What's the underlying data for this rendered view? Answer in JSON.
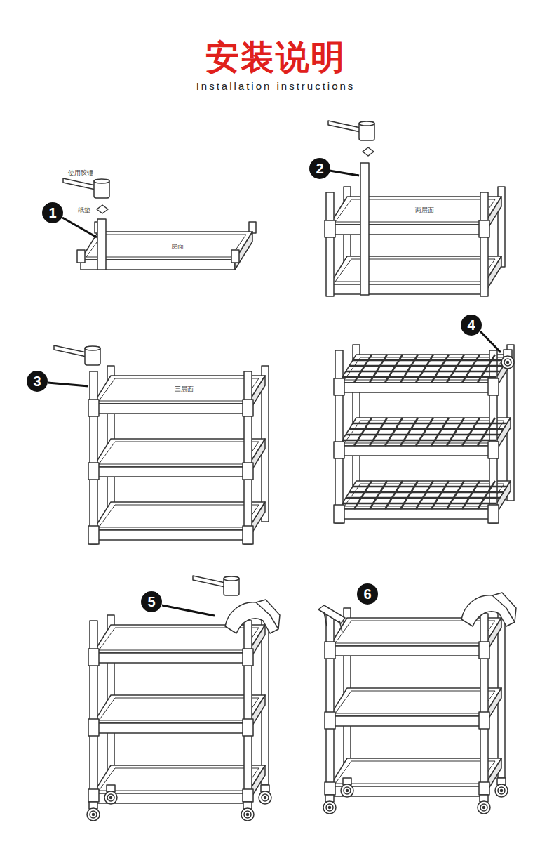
{
  "diagram": {
    "title": "安装说明",
    "nodes": [
      {
        "text": [
          "1"
        ]
      },
      {
        "text": [
          "2"
        ]
      },
      {
        "text": [
          "3"
        ]
      },
      {
        "text": [
          "4"
        ]
      },
      {
        "text": [
          "5"
        ]
      },
      {
        "text": [
          "6"
        ]
      }
    ],
    "labels": [
      "Installation instructions",
      "使用胶锤",
      "纸垫",
      "一层面",
      "两层面",
      "三层面"
    ]
  }
}
